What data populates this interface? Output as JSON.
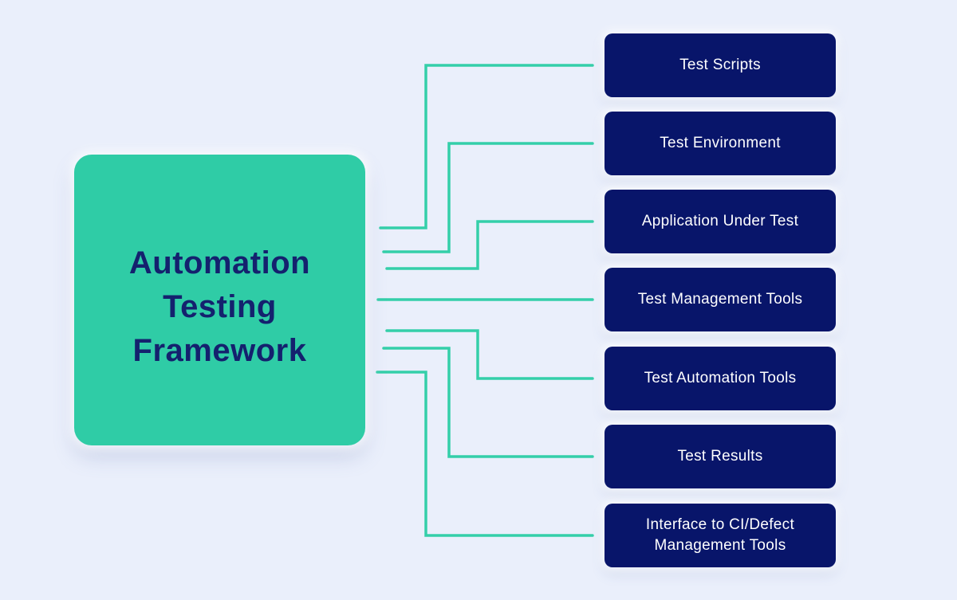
{
  "diagram": {
    "title": "Automation Testing Framework",
    "nodes": [
      "Test Scripts",
      "Test Environment",
      "Application Under Test",
      "Test Management Tools",
      "Test Automation Tools",
      "Test Results",
      "Interface to CI/Defect Management Tools"
    ],
    "edges": [
      {
        "from": "Automation Testing Framework",
        "to": "Test Scripts"
      },
      {
        "from": "Automation Testing Framework",
        "to": "Test Environment"
      },
      {
        "from": "Automation Testing Framework",
        "to": "Application Under Test"
      },
      {
        "from": "Automation Testing Framework",
        "to": "Test Management Tools"
      },
      {
        "from": "Automation Testing Framework",
        "to": "Test Automation Tools"
      },
      {
        "from": "Automation Testing Framework",
        "to": "Test Results"
      },
      {
        "from": "Automation Testing Framework",
        "to": "Interface to CI/Defect Management Tools"
      }
    ],
    "colors": {
      "background": "#EAEFFB",
      "root_fill": "#2FCCA6",
      "root_text": "#14216E",
      "node_fill": "#08156A",
      "node_text": "#FFFFFF",
      "connector": "#34CFA9"
    }
  }
}
